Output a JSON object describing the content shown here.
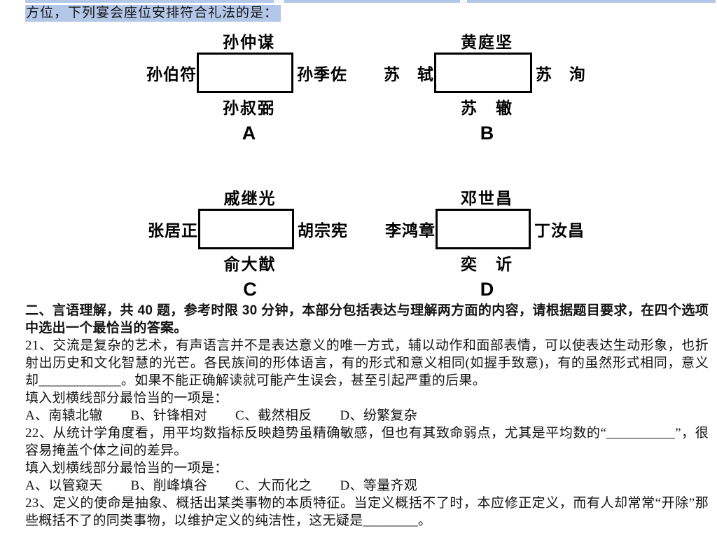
{
  "colors": {
    "selection_highlight": "#b3c7e8"
  },
  "intro": {
    "text": "方位，下列宴会座位安排符合礼法的是："
  },
  "diagrams": [
    {
      "letter": "A",
      "top": "孙仲谋",
      "left": "孙伯符",
      "right": "孙季佐",
      "bottom": "孙叔弼"
    },
    {
      "letter": "B",
      "top": "黄庭坚",
      "left": "苏　轼",
      "right": "苏　洵",
      "bottom": "苏　辙"
    },
    {
      "letter": "C",
      "top": "戚继光",
      "left": "张居正",
      "right": "胡宗宪",
      "bottom": "俞大猷"
    },
    {
      "letter": "D",
      "top": "邓世昌",
      "left": "李鸿章",
      "right": "丁汝昌",
      "bottom": "奕　䜣"
    }
  ],
  "section": {
    "header": "二、言语理解，共 40 题，参考时限 30 分钟，本部分包括表达与理解两方面的内容，请根据题目要求，在四个选项中选出一个最恰当的答案。"
  },
  "questions": [
    {
      "stem": "21、交流是复杂的艺术，有声语言并不是表达意义的唯一方式，辅以动作和面部表情，可以使表达生动形象，也折射出历史和文化智慧的光芒。各民族间的形体语言，有的形式和意义相同(如握手致意)，有的虽然形式相同，意义却____________。如果不能正确解读就可能产生误会，甚至引起严重的后果。",
      "fill_prompt": "填入划横线部分最恰当的一项是：",
      "options": [
        "A、南辕北辙",
        "B、针锋相对",
        "C、截然相反",
        "D、纷繁复杂"
      ]
    },
    {
      "stem": "22、从统计学角度看，用平均数指标反映趋势虽精确敏感，但也有其致命弱点，尤其是平均数的“__________”，很容易掩盖个体之间的差异。",
      "fill_prompt": "填入划横线部分最恰当的一项是：",
      "options": [
        "A、以管窥天",
        "B、削峰填谷",
        "C、大而化之",
        "D、等量齐观"
      ]
    },
    {
      "stem": "23、定义的使命是抽象、概括出某类事物的本质特征。当定义概括不了时，本应修正定义，而有人却常常“开除”那些概括不了的同类事物，以维护定义的纯洁性，这无疑是________。"
    }
  ]
}
